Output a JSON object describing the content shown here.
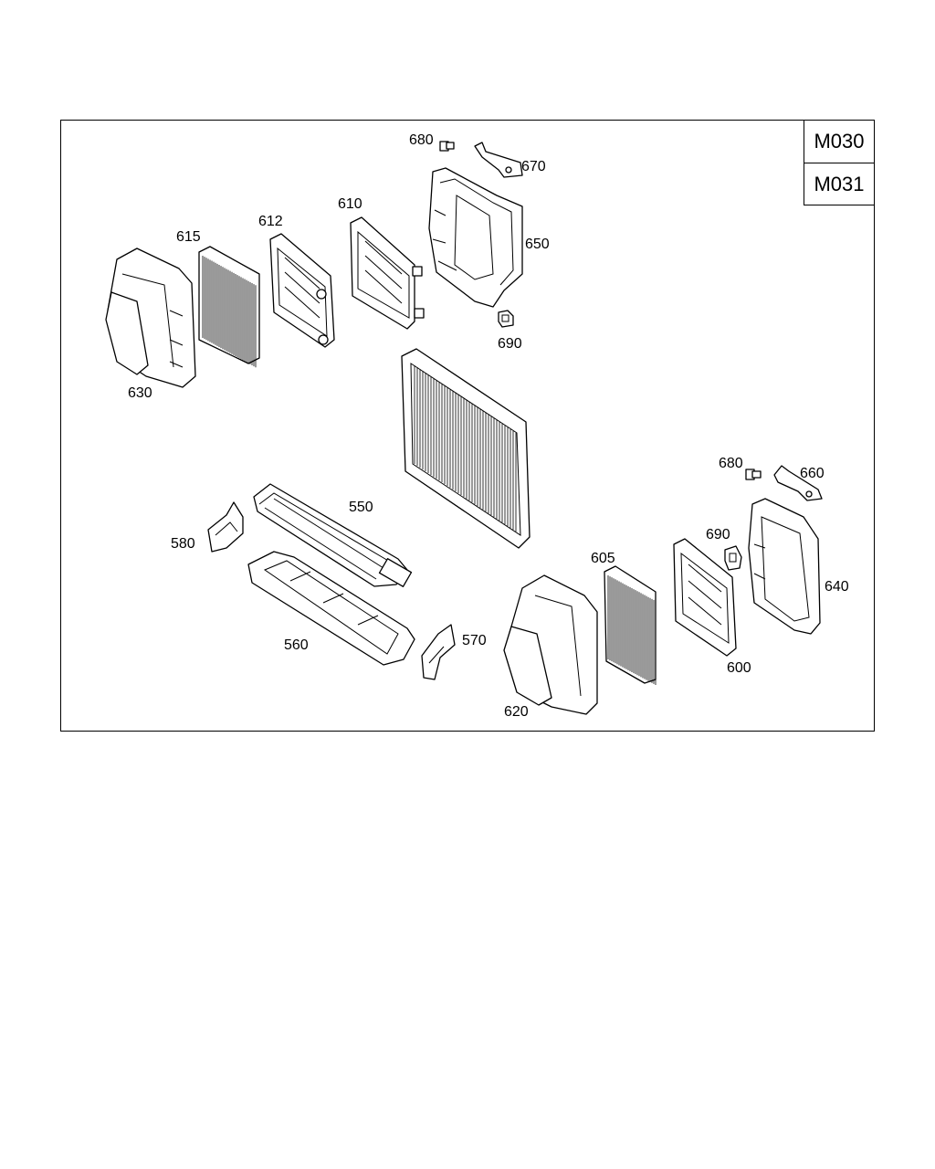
{
  "diagram": {
    "codes": [
      "M030",
      "M031"
    ],
    "callouts": [
      {
        "id": "680a",
        "text": "680"
      },
      {
        "id": "670",
        "text": "670"
      },
      {
        "id": "650",
        "text": "650"
      },
      {
        "id": "690a",
        "text": "690"
      },
      {
        "id": "610",
        "text": "610"
      },
      {
        "id": "612",
        "text": "612"
      },
      {
        "id": "615",
        "text": "615"
      },
      {
        "id": "630",
        "text": "630"
      },
      {
        "id": "550",
        "text": "550"
      },
      {
        "id": "580",
        "text": "580"
      },
      {
        "id": "560",
        "text": "560"
      },
      {
        "id": "570",
        "text": "570"
      },
      {
        "id": "620",
        "text": "620"
      },
      {
        "id": "605",
        "text": "605"
      },
      {
        "id": "600",
        "text": "600"
      },
      {
        "id": "690b",
        "text": "690"
      },
      {
        "id": "680b",
        "text": "680"
      },
      {
        "id": "660",
        "text": "660"
      },
      {
        "id": "640",
        "text": "640"
      }
    ]
  }
}
